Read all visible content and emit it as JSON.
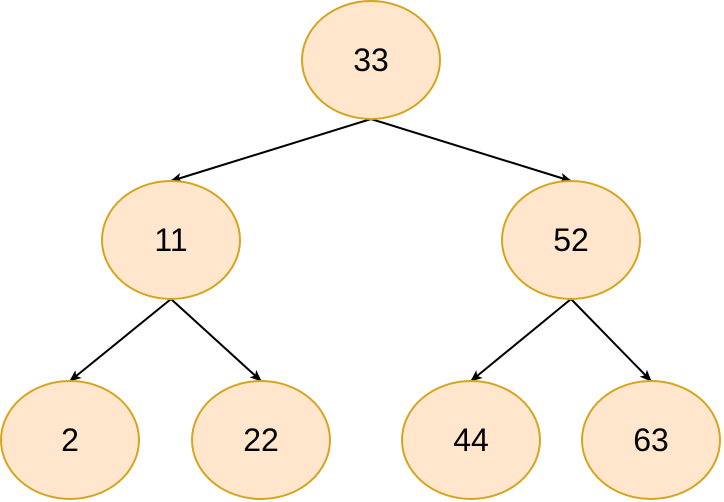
{
  "diagram": {
    "type": "binary-tree",
    "colors": {
      "node_fill": "#FFE6CC",
      "node_stroke": "#D6A520",
      "edge": "#000000",
      "text": "#000000"
    },
    "nodes": [
      {
        "id": "n33",
        "label": "33"
      },
      {
        "id": "n11",
        "label": "11"
      },
      {
        "id": "n52",
        "label": "52"
      },
      {
        "id": "n2",
        "label": "2"
      },
      {
        "id": "n22",
        "label": "22"
      },
      {
        "id": "n44",
        "label": "44"
      },
      {
        "id": "n63",
        "label": "63"
      }
    ],
    "edges": [
      {
        "from": "n33",
        "to": "n11"
      },
      {
        "from": "n33",
        "to": "n52"
      },
      {
        "from": "n11",
        "to": "n2"
      },
      {
        "from": "n11",
        "to": "n22"
      },
      {
        "from": "n52",
        "to": "n44"
      },
      {
        "from": "n52",
        "to": "n63"
      }
    ]
  }
}
